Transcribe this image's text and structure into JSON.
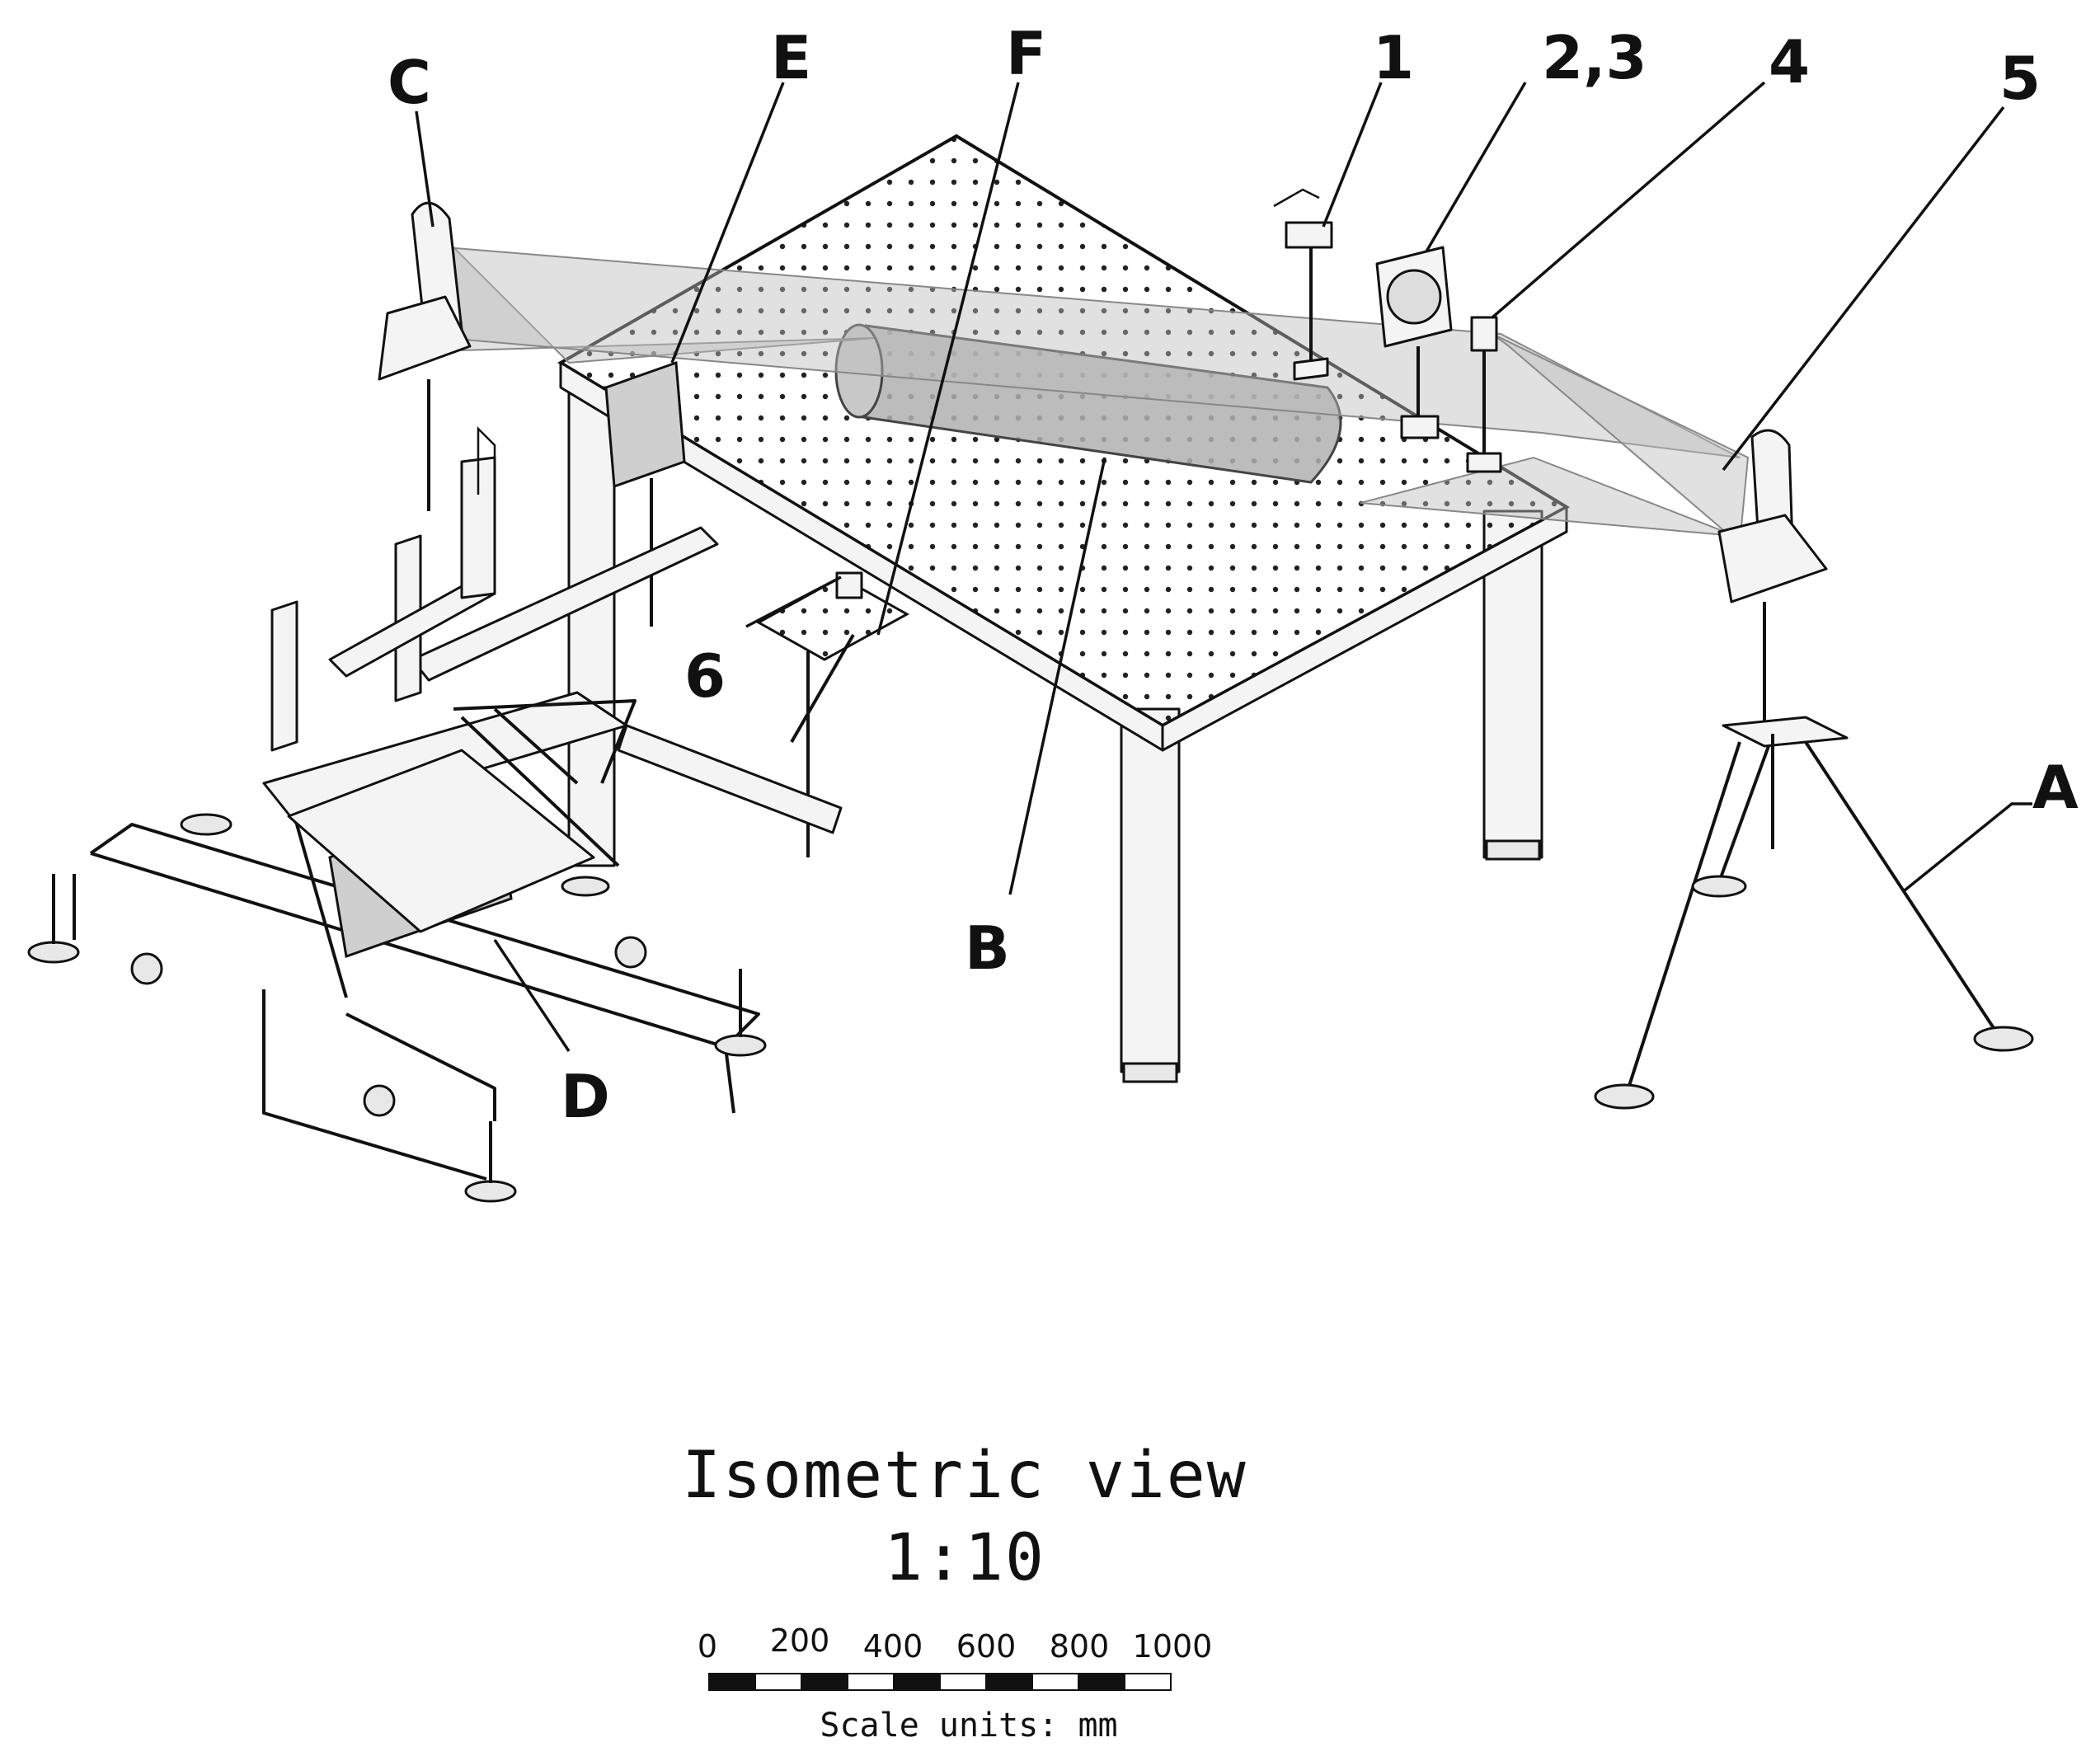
{
  "callouts": {
    "C": "C",
    "E": "E",
    "F": "F",
    "n1": "1",
    "n23": "2,3",
    "n4": "4",
    "n5": "5",
    "n6": "6",
    "A": "A",
    "B": "B",
    "D": "D"
  },
  "title_block": {
    "view": "Isometric view",
    "scale": "1:10"
  },
  "scalebar": {
    "ticks": [
      "0",
      "200",
      "400",
      "600",
      "800",
      "1000"
    ],
    "units": "Scale units: mm"
  }
}
